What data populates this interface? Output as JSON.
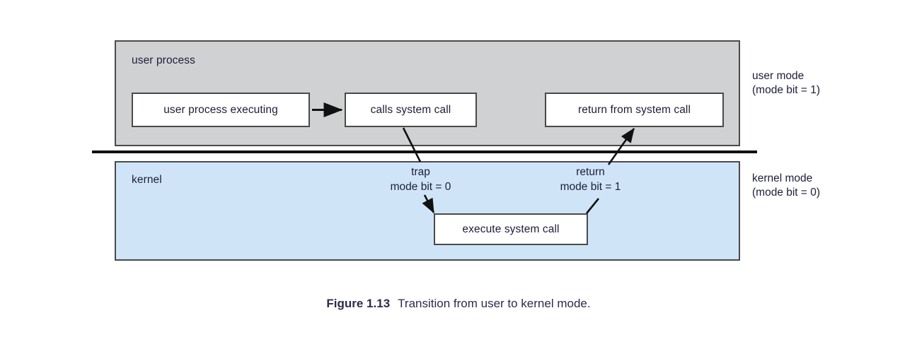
{
  "figure": {
    "caption_number": "Figure 1.13",
    "caption_text": "Transition from user to kernel mode"
  },
  "bands": {
    "user": {
      "title": "user process",
      "mode_label_line1": "user mode",
      "mode_label_line2": "(mode bit = 1)",
      "fill": "#d0d1d3"
    },
    "kernel": {
      "title": "kernel",
      "mode_label_line1": "kernel mode",
      "mode_label_line2": "(mode bit = 0)",
      "fill": "#cfe5f7"
    }
  },
  "nodes": {
    "user_process_executing": "user process executing",
    "calls_system_call": "calls system call",
    "return_from_system_call": "return from system call",
    "execute_system_call": "execute system call"
  },
  "transitions": {
    "trap_line1": "trap",
    "trap_line2": "mode bit = 0",
    "return_line1": "return",
    "return_line2": "mode bit = 1"
  },
  "colors": {
    "user_band": "#d0d1d3",
    "kernel_band": "#cfe5f7",
    "stroke": "#4a4a4a",
    "divider": "#111111",
    "text": "#1d1d3a"
  }
}
